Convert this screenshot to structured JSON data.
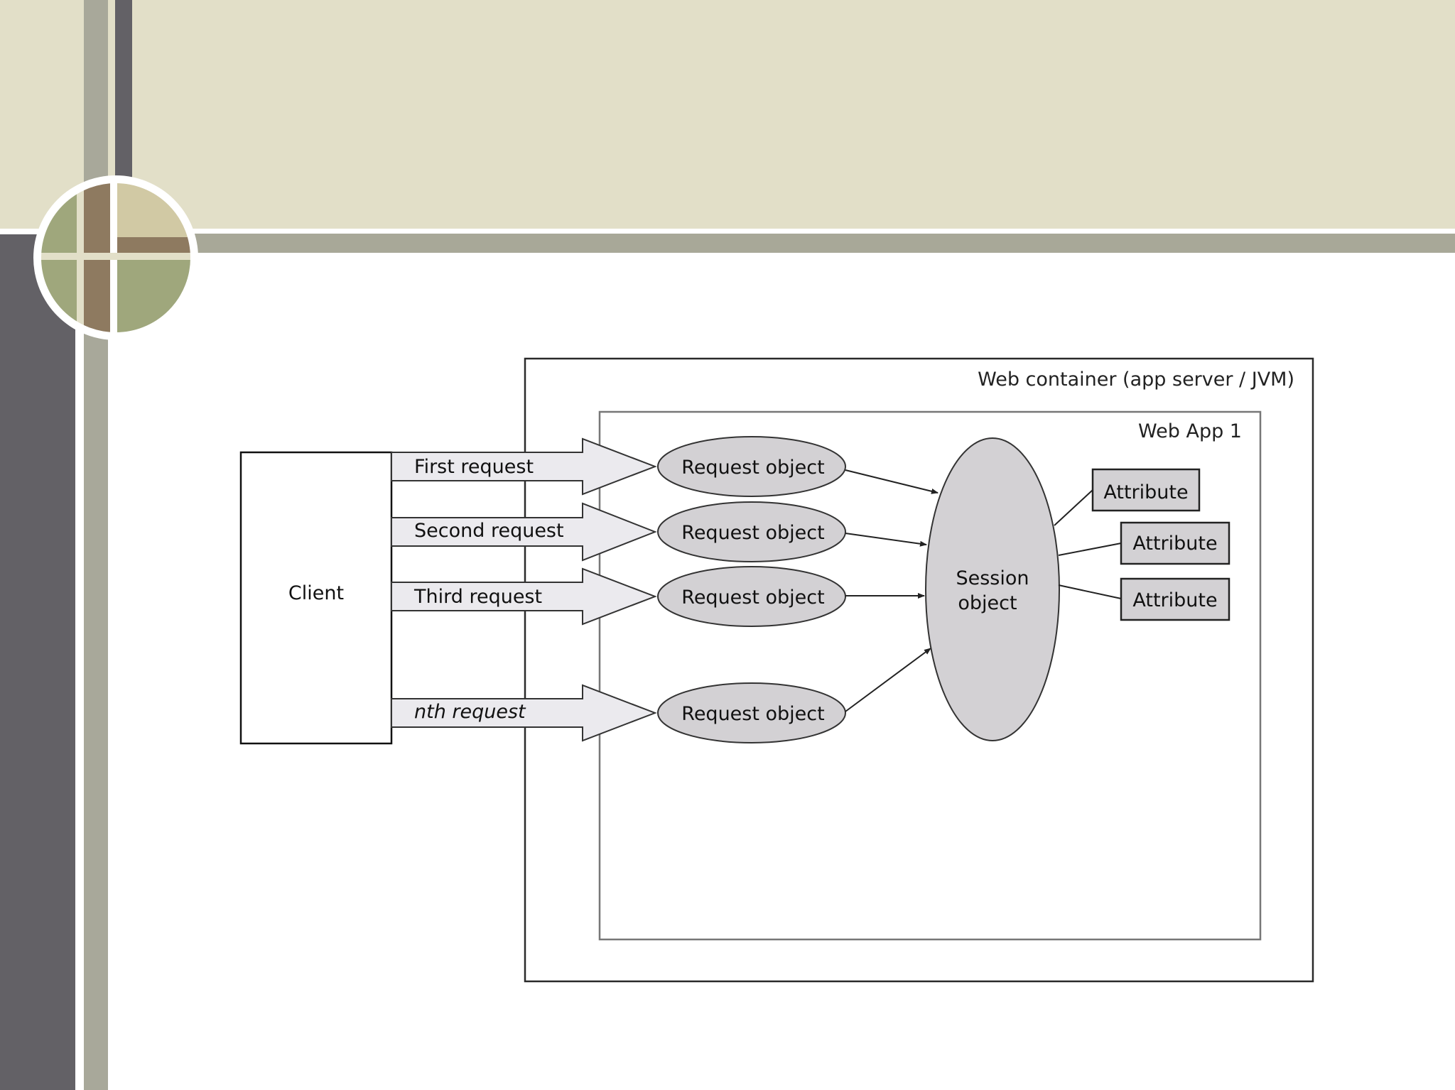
{
  "slide": {
    "colors": {
      "header_band": "#e2dfc8",
      "header_rule": "#a8a898",
      "left_dark_bar": "#636166",
      "left_light_bar": "#a8a89a",
      "medallion_olive": "#9fa77c",
      "medallion_brown": "#8e7a60",
      "medallion_tan": "#d1c9a4",
      "node_fill": "#d3d1d4",
      "arrow_fill": "#ebeaee"
    }
  },
  "diagram": {
    "container_label": "Web container (app server / JVM)",
    "webapp_label": "Web App 1",
    "client_label": "Client",
    "requests": [
      {
        "label": "First request",
        "object_label": "Request object"
      },
      {
        "label": "Second request",
        "object_label": "Request object"
      },
      {
        "label": "Third request",
        "object_label": "Request object"
      },
      {
        "label": "nth request",
        "object_label": "Request object"
      }
    ],
    "session": {
      "line1": "Session",
      "line2": "object"
    },
    "attributes": [
      "Attribute",
      "Attribute",
      "Attribute"
    ]
  }
}
